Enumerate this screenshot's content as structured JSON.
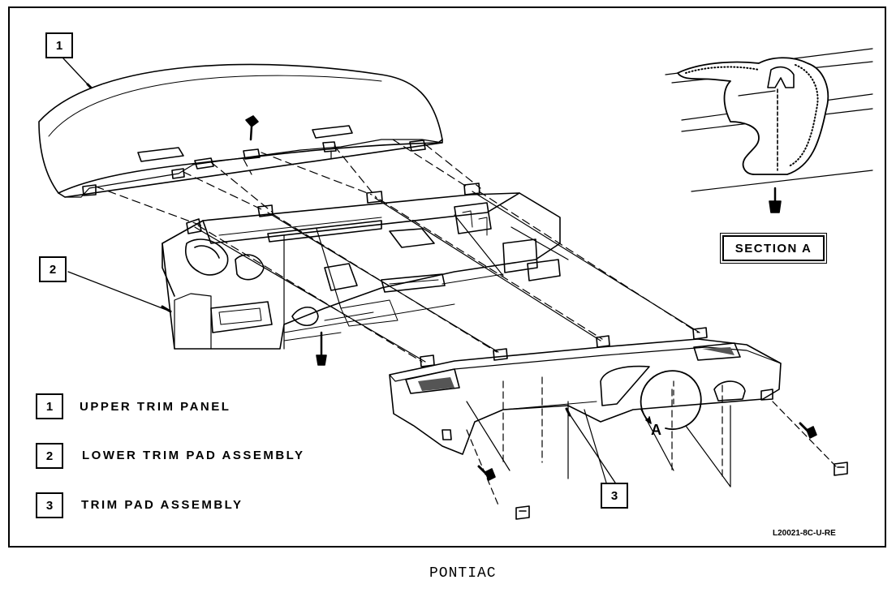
{
  "callouts": {
    "c1": "1",
    "c2": "2",
    "c3": "3"
  },
  "legend": [
    {
      "number": "1",
      "label": "UPPER TRIM PANEL"
    },
    {
      "number": "2",
      "label": "LOWER TRIM PAD ASSEMBLY"
    },
    {
      "number": "3",
      "label": "TRIM PAD ASSEMBLY"
    }
  ],
  "section_label": "SECTION A",
  "detail_letter": "A",
  "figure_code": "L20021-8C-U-RE",
  "brand": "PONTIAC"
}
